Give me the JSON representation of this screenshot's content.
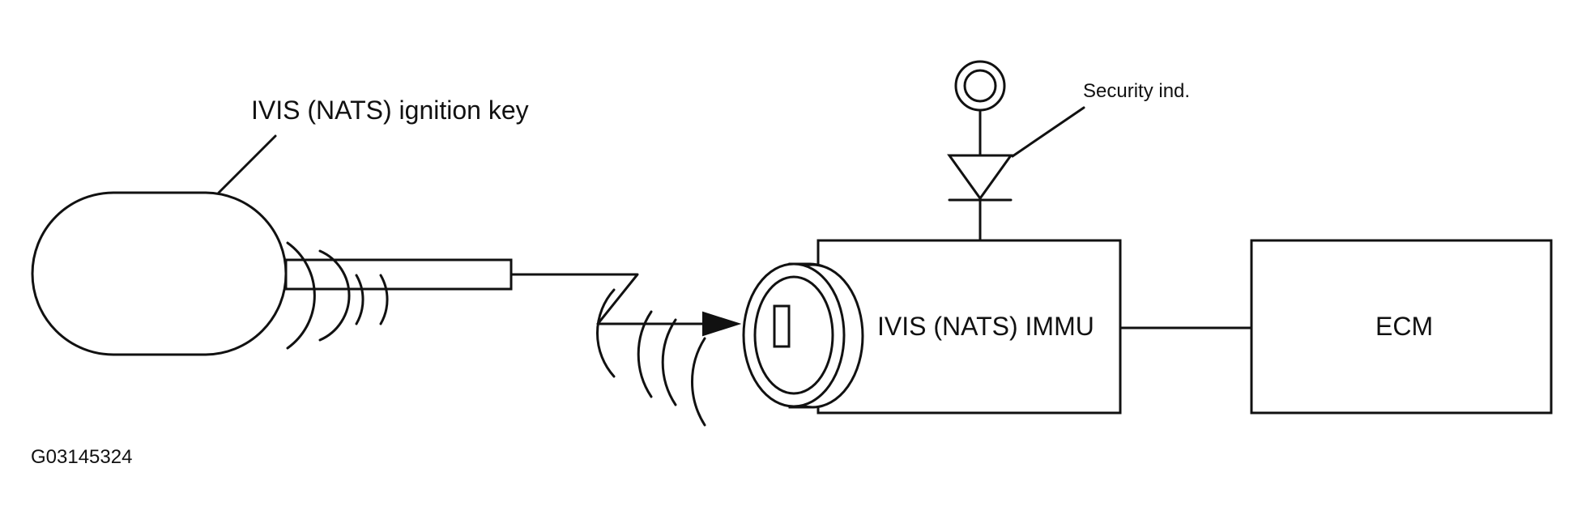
{
  "labels": {
    "key": "IVIS (NATS) ignition key",
    "security_ind": "Security ind.",
    "immu": "IVIS (NATS) IMMU",
    "ecm": "ECM",
    "figure_id": "G03145324"
  }
}
